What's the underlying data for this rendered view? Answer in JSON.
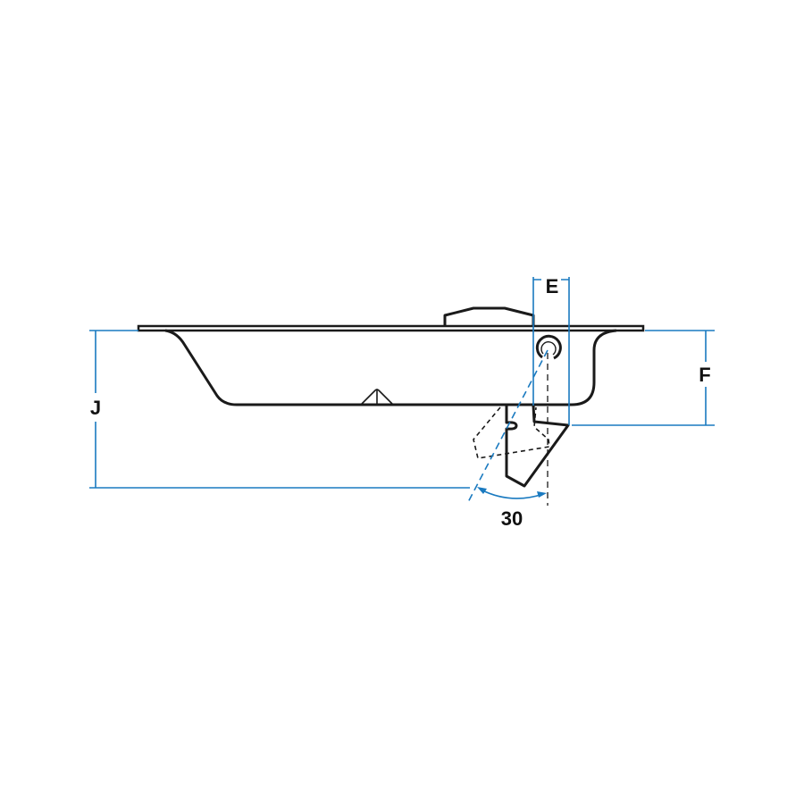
{
  "diagram": {
    "labels": {
      "e": "E",
      "f": "F",
      "j": "J",
      "angle": "30"
    },
    "colors": {
      "dimension": "#1a7ac0",
      "outline": "#1a1a1a"
    }
  }
}
